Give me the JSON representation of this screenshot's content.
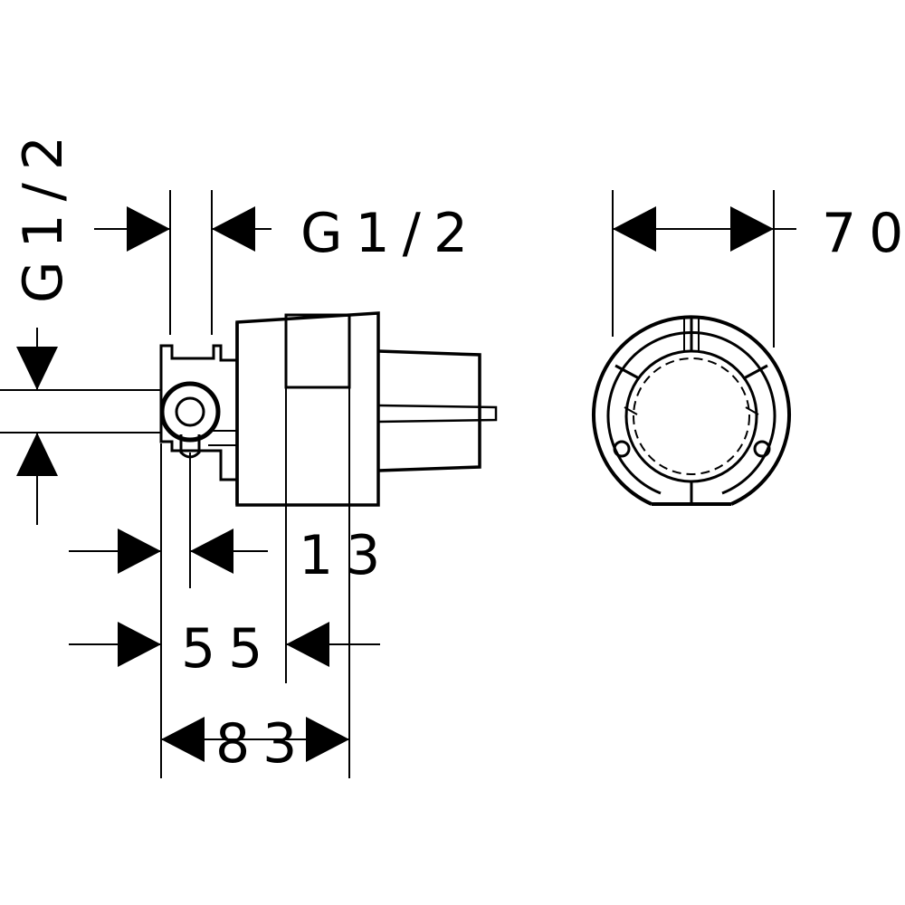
{
  "dimensions": {
    "g_vertical": "G1/2",
    "g_horizontal": "G1/2",
    "width_70": "70",
    "dim_13": "13",
    "dim_55": "55",
    "dim_83": "83"
  },
  "colors": {
    "line": "#000000",
    "background": "#ffffff"
  }
}
